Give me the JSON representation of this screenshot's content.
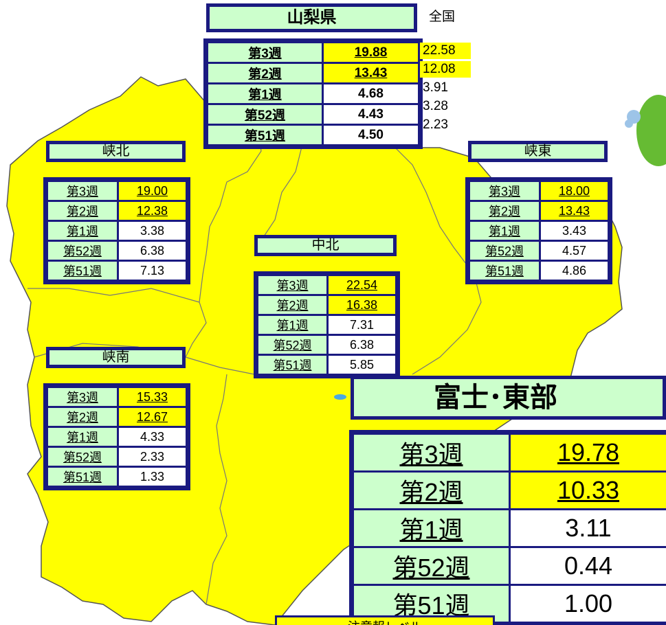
{
  "prefecture": {
    "title": "山梨県",
    "national_label": "全国",
    "rows": [
      {
        "week": "第3週",
        "value": "19.88",
        "national": "22.58",
        "alert": true,
        "national_alert": true
      },
      {
        "week": "第2週",
        "value": "13.43",
        "national": "12.08",
        "alert": true,
        "national_alert": true
      },
      {
        "week": "第1週",
        "value": "4.68",
        "national": "3.91",
        "alert": false,
        "national_alert": false
      },
      {
        "week": "第52週",
        "value": "4.43",
        "national": "3.28",
        "alert": false,
        "national_alert": false
      },
      {
        "week": "第51週",
        "value": "4.50",
        "national": "2.23",
        "alert": false,
        "national_alert": false
      }
    ]
  },
  "regions": {
    "kyohoku": {
      "name": "峡北",
      "rows": [
        {
          "week": "第3週",
          "value": "19.00",
          "alert": true
        },
        {
          "week": "第2週",
          "value": "12.38",
          "alert": true
        },
        {
          "week": "第1週",
          "value": "3.38",
          "alert": false
        },
        {
          "week": "第52週",
          "value": "6.38",
          "alert": false
        },
        {
          "week": "第51週",
          "value": "7.13",
          "alert": false
        }
      ]
    },
    "kyoto": {
      "name": "峡東",
      "rows": [
        {
          "week": "第3週",
          "value": "18.00",
          "alert": true
        },
        {
          "week": "第2週",
          "value": "13.43",
          "alert": true
        },
        {
          "week": "第1週",
          "value": "3.43",
          "alert": false
        },
        {
          "week": "第52週",
          "value": "4.57",
          "alert": false
        },
        {
          "week": "第51週",
          "value": "4.86",
          "alert": false
        }
      ]
    },
    "chuhoku": {
      "name": "中北",
      "rows": [
        {
          "week": "第3週",
          "value": "22.54",
          "alert": true
        },
        {
          "week": "第2週",
          "value": "16.38",
          "alert": true
        },
        {
          "week": "第1週",
          "value": "7.31",
          "alert": false
        },
        {
          "week": "第52週",
          "value": "6.38",
          "alert": false
        },
        {
          "week": "第51週",
          "value": "5.85",
          "alert": false
        }
      ]
    },
    "kyonan": {
      "name": "峡南",
      "rows": [
        {
          "week": "第3週",
          "value": "15.33",
          "alert": true
        },
        {
          "week": "第2週",
          "value": "12.67",
          "alert": true
        },
        {
          "week": "第1週",
          "value": "4.33",
          "alert": false
        },
        {
          "week": "第52週",
          "value": "2.33",
          "alert": false
        },
        {
          "week": "第51週",
          "value": "1.33",
          "alert": false
        }
      ]
    },
    "fuji_tobu": {
      "name": "富士･東部",
      "rows": [
        {
          "week": "第3週",
          "value": "19.78",
          "alert": true
        },
        {
          "week": "第2週",
          "value": "10.33",
          "alert": true
        },
        {
          "week": "第1週",
          "value": "3.11",
          "alert": false
        },
        {
          "week": "第52週",
          "value": "0.44",
          "alert": false
        },
        {
          "week": "第51週",
          "value": "1.00",
          "alert": false
        }
      ]
    }
  },
  "legend": {
    "label": "注意報レベル"
  },
  "colors": {
    "map_fill": "#ffff00",
    "header_fill": "#ccffcc",
    "border": "#1a1a80",
    "alert_fill": "#ffff00",
    "lake": "#4aa8e0",
    "mascot": "#66bb33"
  }
}
